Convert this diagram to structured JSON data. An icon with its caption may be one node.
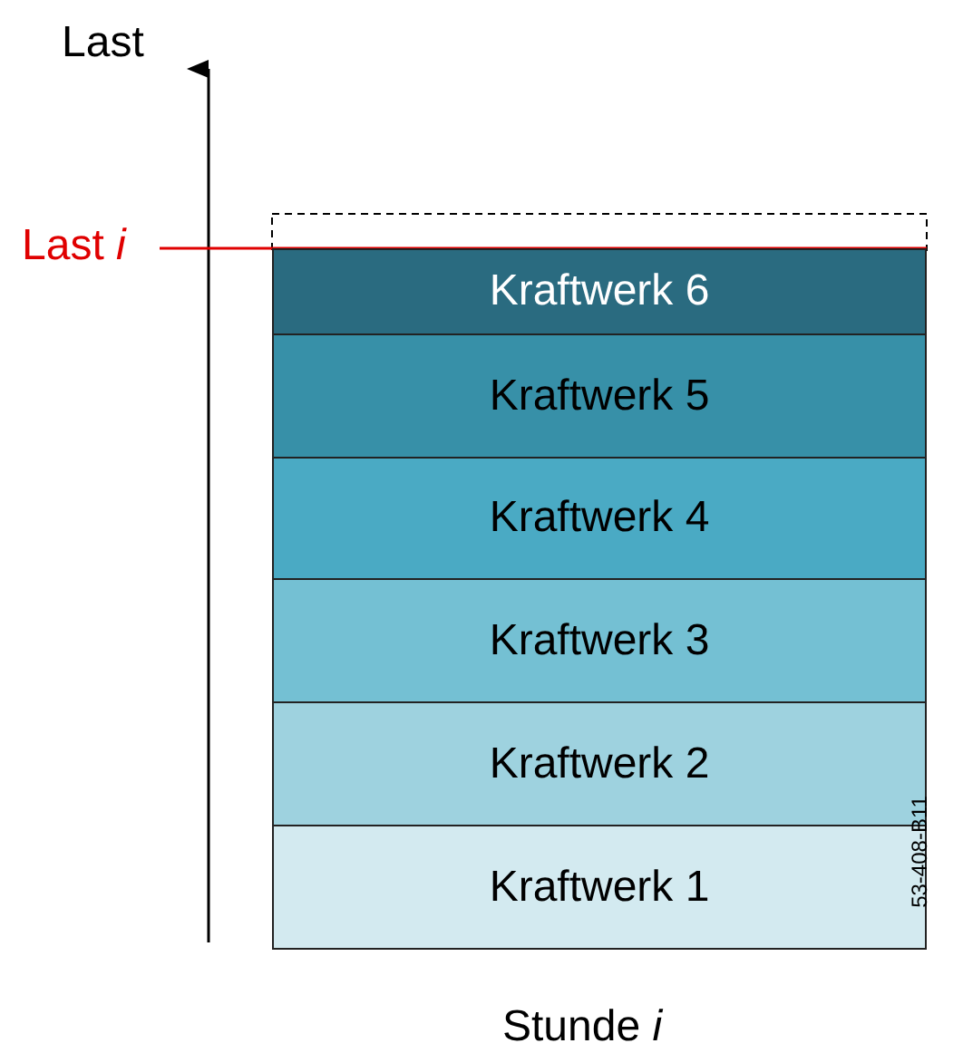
{
  "diagram": {
    "nodes": [
      {
        "text": [
          "Kraftwerk 6"
        ]
      },
      {
        "text": [
          "Kraftwerk 5"
        ]
      },
      {
        "text": [
          "Kraftwerk 4"
        ]
      },
      {
        "text": [
          "Kraftwerk 3"
        ]
      },
      {
        "text": [
          "Kraftwerk 2"
        ]
      },
      {
        "text": [
          "Kraftwerk 1"
        ]
      }
    ],
    "edges": [],
    "labels": [
      "Last",
      "Last *i*",
      "Stunde *i*",
      "53-408-B11"
    ]
  }
}
